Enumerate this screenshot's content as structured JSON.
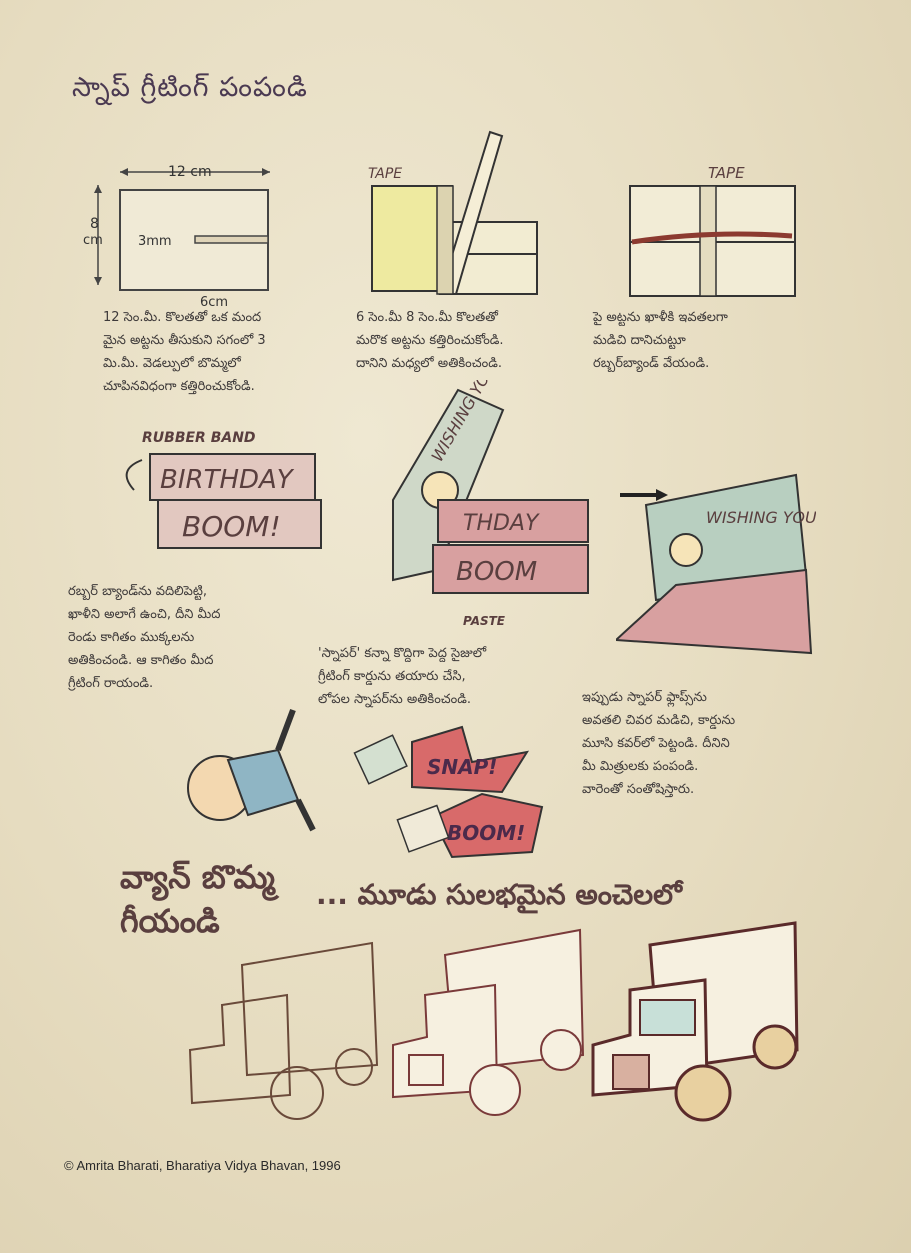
{
  "title": "స్నాప్ గ్రీటింగ్ పంపండి",
  "figures": {
    "fig1": {
      "width_label": "12 cm",
      "height_label_1": "8",
      "height_label_2": "cm",
      "slit_label": "3mm",
      "bottom_label": "6cm"
    },
    "fig2": {
      "tape_label": "TAPE"
    },
    "fig3": {
      "tape_label": "TAPE"
    },
    "fig4": {
      "band_label": "RUBBER BAND",
      "word1": "BIRTHDAY",
      "word2": "BOOM!"
    },
    "fig5": {
      "card_text": "WISHING YOU A",
      "word1": "THDAY",
      "word2": "BOOM",
      "paste_label": "PASTE"
    },
    "fig6": {
      "card_text": "WISHING YOU A"
    },
    "snap_label": "SNAP!",
    "boom_label": "BOOM!"
  },
  "captions": {
    "step1": [
      "12 సెం.మీ. కొలతతో ఒక మంద",
      "మైన అట్టను తీసుకుని సగంలో 3",
      "మి.మీ. వెడల్పులో బొమ్మలో",
      "చూపినవిధంగా కత్తిరించుకోండి."
    ],
    "step2": [
      "6 సెం.మీ 8 సెం.మీ కొలతతో",
      "మరొక అట్టను కత్తిరించుకోండి.",
      "దానిని మధ్యలో అతికించండి."
    ],
    "step3": [
      "పై అట్టను ఖాళీకి ఇవతలగా",
      "మడిచి దానిచుట్టూ",
      "రబ్బర్‌బ్యాండ్ వేయండి."
    ],
    "step4": [
      "రబ్బర్ బ్యాండ్‌ను వదిలిపెట్టి,",
      "ఖాళీని అలాగే ఉంచి, దీని మీద",
      "రెండు కాగితం ముక్కలను",
      "అతికించండి. ఆ కాగితం మీద",
      "గ్రీటింగ్ రాయండి."
    ],
    "step5": [
      "'స్నాపర్' కన్నా కొద్దిగా పెద్ద సైజులో",
      "గ్రీటింగ్ కార్డును తయారు చేసి,",
      "లోపల స్నాపర్‌ను అతికించండి."
    ],
    "step6": [
      "ఇప్పుడు స్నాపర్ ఫ్లాప్స్‌ను",
      "అవతలి చివర మడిచి, కార్డును",
      "మూసి కవర్‌లో పెట్టండి. దీనిని",
      "మీ మిత్రులకు పంపండి.",
      "వారెంతో సంతోషిస్తారు."
    ]
  },
  "van_section": {
    "title_line1": "వ్యాన్ బొమ్మ",
    "title_line2": "గీయండి",
    "subtitle": "... మూడు సులభమైన అంచెలలో"
  },
  "copyright": "© Amrita Bharati, Bharatiya Vidya Bhavan, 1996"
}
